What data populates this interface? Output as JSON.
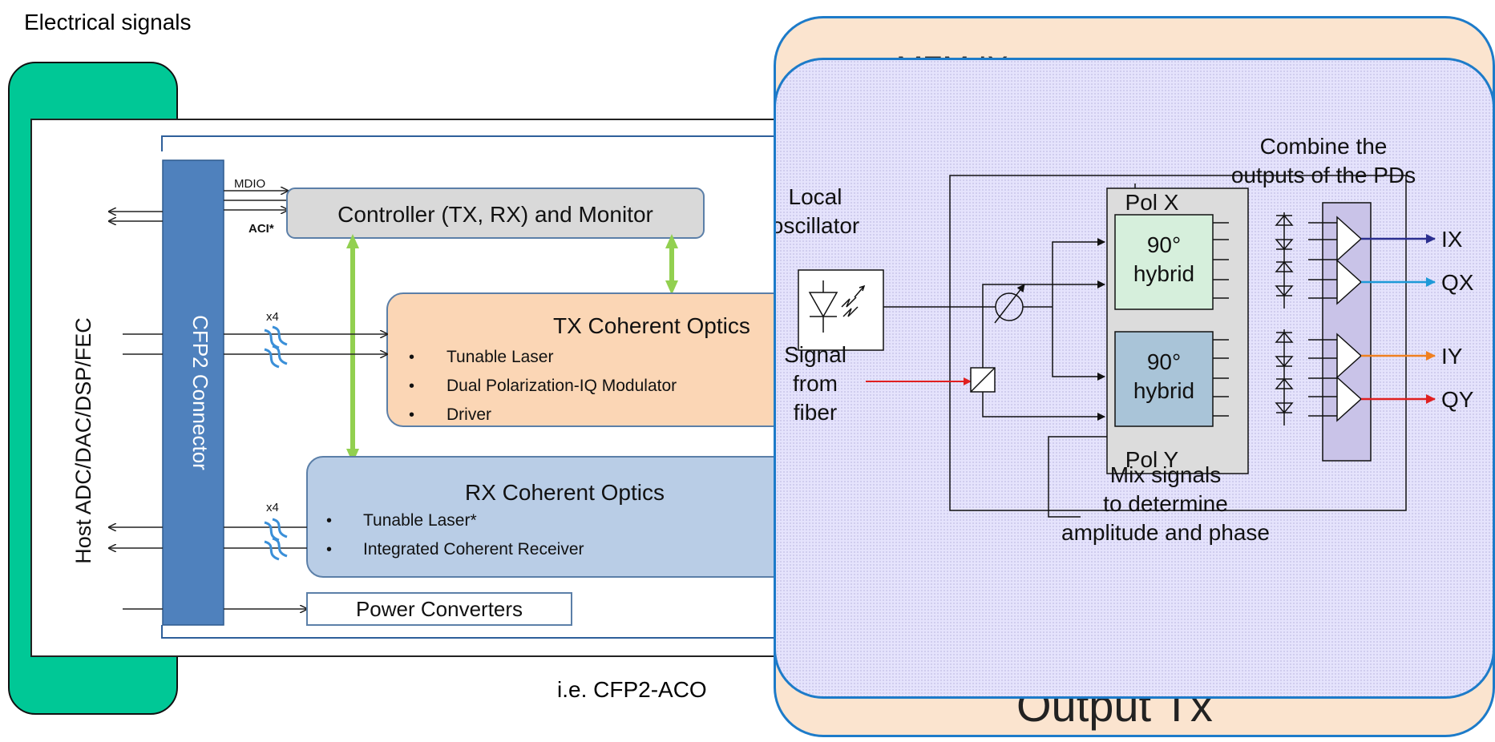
{
  "slide": {
    "title": "Electrical signals",
    "caption": "i.e. CFP2-ACO"
  },
  "aco_diagram": {
    "host_label": "Host ADC/DAC/DSP/FEC",
    "connector_label": "CFP2 Connector",
    "mdio_label": "MDIO",
    "aci_label": "ACI*",
    "x4_tx": "x4",
    "x4_rx": "x4",
    "controller_label": "Controller (TX, RX) and Monitor",
    "tx_title": "TX Coherent Optics",
    "tx_items": [
      "Tunable Laser",
      "Dual Polarization-IQ  Modulator",
      "Driver"
    ],
    "rx_title": "RX Coherent Optics",
    "rx_items": [
      "Tunable Laser*",
      "Integrated Coherent Receiver"
    ],
    "power_label": "Power Converters"
  },
  "back_card": {
    "peek_top": "MZM IX",
    "peek_bottom": "Output Tx"
  },
  "receiver_diagram": {
    "combine_line1": "Combine the",
    "combine_line2": "outputs of the PDs",
    "lo_line1": "Local",
    "lo_line2": "oscillator",
    "signal_line1": "Signal",
    "signal_line2": "from",
    "signal_line3": "fiber",
    "polx": "Pol X",
    "poly": "Pol Y",
    "hybrid1_line1": "90°",
    "hybrid1_line2": "hybrid",
    "hybrid2_line1": "90°",
    "hybrid2_line2": "hybrid",
    "mix_line1": "Mix signals",
    "mix_line2": "to determine",
    "mix_line3": "amplitude and phase",
    "outputs": [
      {
        "label": "IX",
        "color": "#2b2f8f"
      },
      {
        "label": "QX",
        "color": "#1e9ad8"
      },
      {
        "label": "IY",
        "color": "#f08020"
      },
      {
        "label": "QY",
        "color": "#e02020"
      }
    ],
    "signal_arrow_color": "#e02020"
  },
  "colors": {
    "green": "#00c896",
    "card_border": "#1d7bc9",
    "card_back": "#fbe4cf",
    "card_front": "#e5e3fc",
    "connector": "#4f81bd",
    "controller_fill": "#d9d9d9",
    "tx_fill": "#fbd6b5",
    "rx_fill": "#b9cde6",
    "green_arrow": "#92d050",
    "hybrid1": "#d6efdc",
    "hybrid2": "#a9c4d8",
    "pd_block": "#dcdcdc",
    "combiner": "#c9c3e8"
  }
}
